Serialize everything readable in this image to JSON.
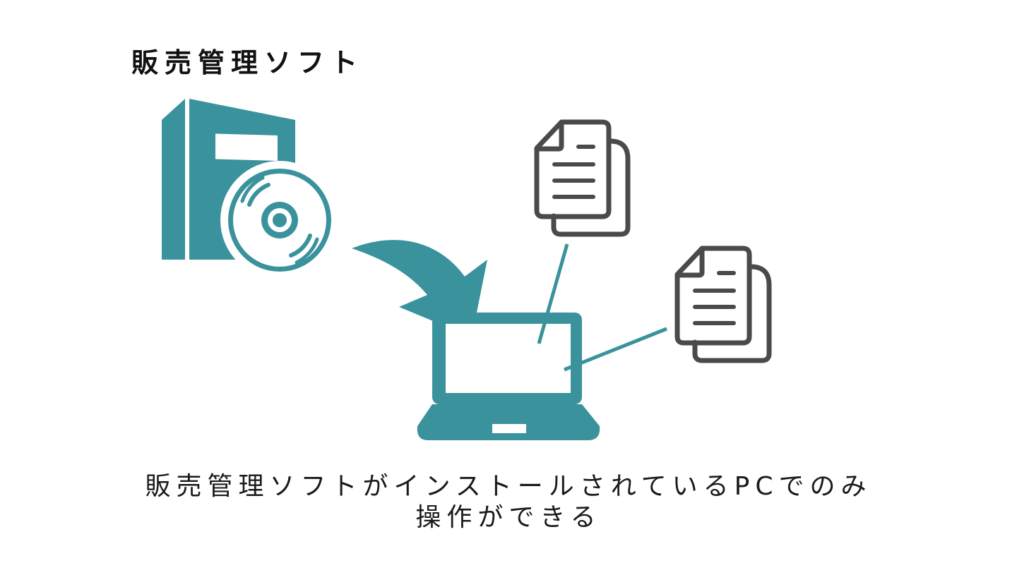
{
  "title": "販売管理ソフト",
  "caption": {
    "line1": "販売管理ソフトがインストールされているPCでのみ",
    "line2": "操作ができる"
  },
  "colors": {
    "teal": "#3a929c",
    "doc_gray": "#4a4a4a",
    "text": "#111111"
  },
  "icons": [
    "software-package-icon",
    "cd-disc-icon",
    "curved-arrow-icon",
    "laptop-icon",
    "document-icon"
  ]
}
